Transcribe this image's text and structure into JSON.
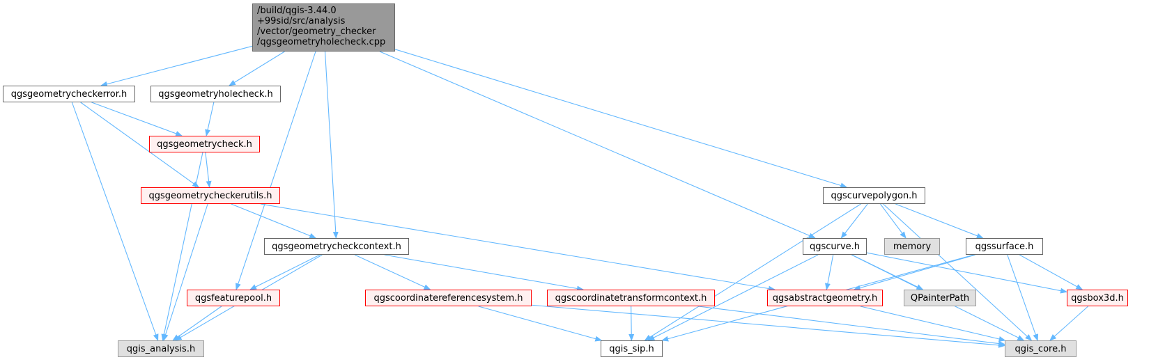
{
  "colors": {
    "edge": "#63b8ff",
    "root_fill": "#999999",
    "plain_fill": "#ffffff",
    "plain_border": "#666666",
    "red_fill": "#fff0f0",
    "red_border": "#ff0000",
    "gray_fill": "#e0e0e0",
    "gray_border": "#999999"
  },
  "nodes": {
    "root": "/build/qgis-3.44.0\n+99sid/src/analysis\n/vector/geometry_checker\n/qgsgeometryholecheck.cpp",
    "qgsgeometrycheckerror_h": "qgsgeometrycheckerror.h",
    "qgsgeometryholecheck_h": "qgsgeometryholecheck.h",
    "qgsgeometrycheck_h": "qgsgeometrycheck.h",
    "qgsgeometrycheckerutils_h": "qgsgeometrycheckerutils.h",
    "qgsgeometrycheckcontext_h": "qgsgeometrycheckcontext.h",
    "qgsfeaturepool_h": "qgsfeaturepool.h",
    "qgis_analysis_h": "qgis_analysis.h",
    "qgscoordinatereferencesystem_h": "qgscoordinatereferencesystem.h",
    "qgscoordinatetransformcontext_h": "qgscoordinatetransformcontext.h",
    "qgis_sip_h": "qgis_sip.h",
    "qgscurvepolygon_h": "qgscurvepolygon.h",
    "qgscurve_h": "qgscurve.h",
    "memory": "memory",
    "qgssurface_h": "qgssurface.h",
    "qgsabstractgeometry_h": "qgsabstractgeometry.h",
    "QPainterPath": "QPainterPath",
    "qgsbox3d_h": "qgsbox3d.h",
    "qgis_core_h": "qgis_core.h"
  },
  "edges": [
    [
      "root",
      "qgsgeometrycheckerror_h"
    ],
    [
      "root",
      "qgsgeometryholecheck_h"
    ],
    [
      "root",
      "qgsfeaturepool_h"
    ],
    [
      "root",
      "qgsgeometrycheckcontext_h"
    ],
    [
      "root",
      "qgscurve_h"
    ],
    [
      "root",
      "qgscurvepolygon_h"
    ],
    [
      "qgsgeometrycheckerror_h",
      "qgsgeometrycheck_h"
    ],
    [
      "qgsgeometrycheckerror_h",
      "qgsgeometrycheckerutils_h"
    ],
    [
      "qgsgeometrycheckerror_h",
      "qgis_analysis_h"
    ],
    [
      "qgsgeometryholecheck_h",
      "qgsgeometrycheck_h"
    ],
    [
      "qgsgeometrycheck_h",
      "qgsgeometrycheckerutils_h"
    ],
    [
      "qgsgeometrycheck_h",
      "qgis_analysis_h"
    ],
    [
      "qgsgeometrycheckerutils_h",
      "qgsgeometrycheckcontext_h"
    ],
    [
      "qgsgeometrycheckerutils_h",
      "qgis_analysis_h"
    ],
    [
      "qgsgeometrycheckerutils_h",
      "qgsabstractgeometry_h"
    ],
    [
      "qgsgeometrycheckcontext_h",
      "qgsfeaturepool_h"
    ],
    [
      "qgsgeometrycheckcontext_h",
      "qgis_analysis_h"
    ],
    [
      "qgsgeometrycheckcontext_h",
      "qgscoordinatereferencesystem_h"
    ],
    [
      "qgsgeometrycheckcontext_h",
      "qgscoordinatetransformcontext_h"
    ],
    [
      "qgsfeaturepool_h",
      "qgis_analysis_h"
    ],
    [
      "qgscoordinatereferencesystem_h",
      "qgis_sip_h"
    ],
    [
      "qgscoordinatereferencesystem_h",
      "qgis_core_h"
    ],
    [
      "qgscoordinatetransformcontext_h",
      "qgis_sip_h"
    ],
    [
      "qgscoordinatetransformcontext_h",
      "qgis_core_h"
    ],
    [
      "qgscurvepolygon_h",
      "qgscurve_h"
    ],
    [
      "qgscurvepolygon_h",
      "memory"
    ],
    [
      "qgscurvepolygon_h",
      "qgssurface_h"
    ],
    [
      "qgscurvepolygon_h",
      "qgis_sip_h"
    ],
    [
      "qgscurvepolygon_h",
      "qgis_core_h"
    ],
    [
      "qgscurve_h",
      "qgsabstractgeometry_h"
    ],
    [
      "qgscurve_h",
      "QPainterPath"
    ],
    [
      "qgscurve_h",
      "qgsbox3d_h"
    ],
    [
      "qgscurve_h",
      "qgis_sip_h"
    ],
    [
      "qgscurve_h",
      "qgis_core_h"
    ],
    [
      "qgssurface_h",
      "qgsabstractgeometry_h"
    ],
    [
      "qgssurface_h",
      "qgsbox3d_h"
    ],
    [
      "qgssurface_h",
      "qgis_sip_h"
    ],
    [
      "qgssurface_h",
      "qgis_core_h"
    ],
    [
      "qgsabstractgeometry_h",
      "qgis_core_h"
    ],
    [
      "qgsbox3d_h",
      "qgis_core_h"
    ]
  ]
}
